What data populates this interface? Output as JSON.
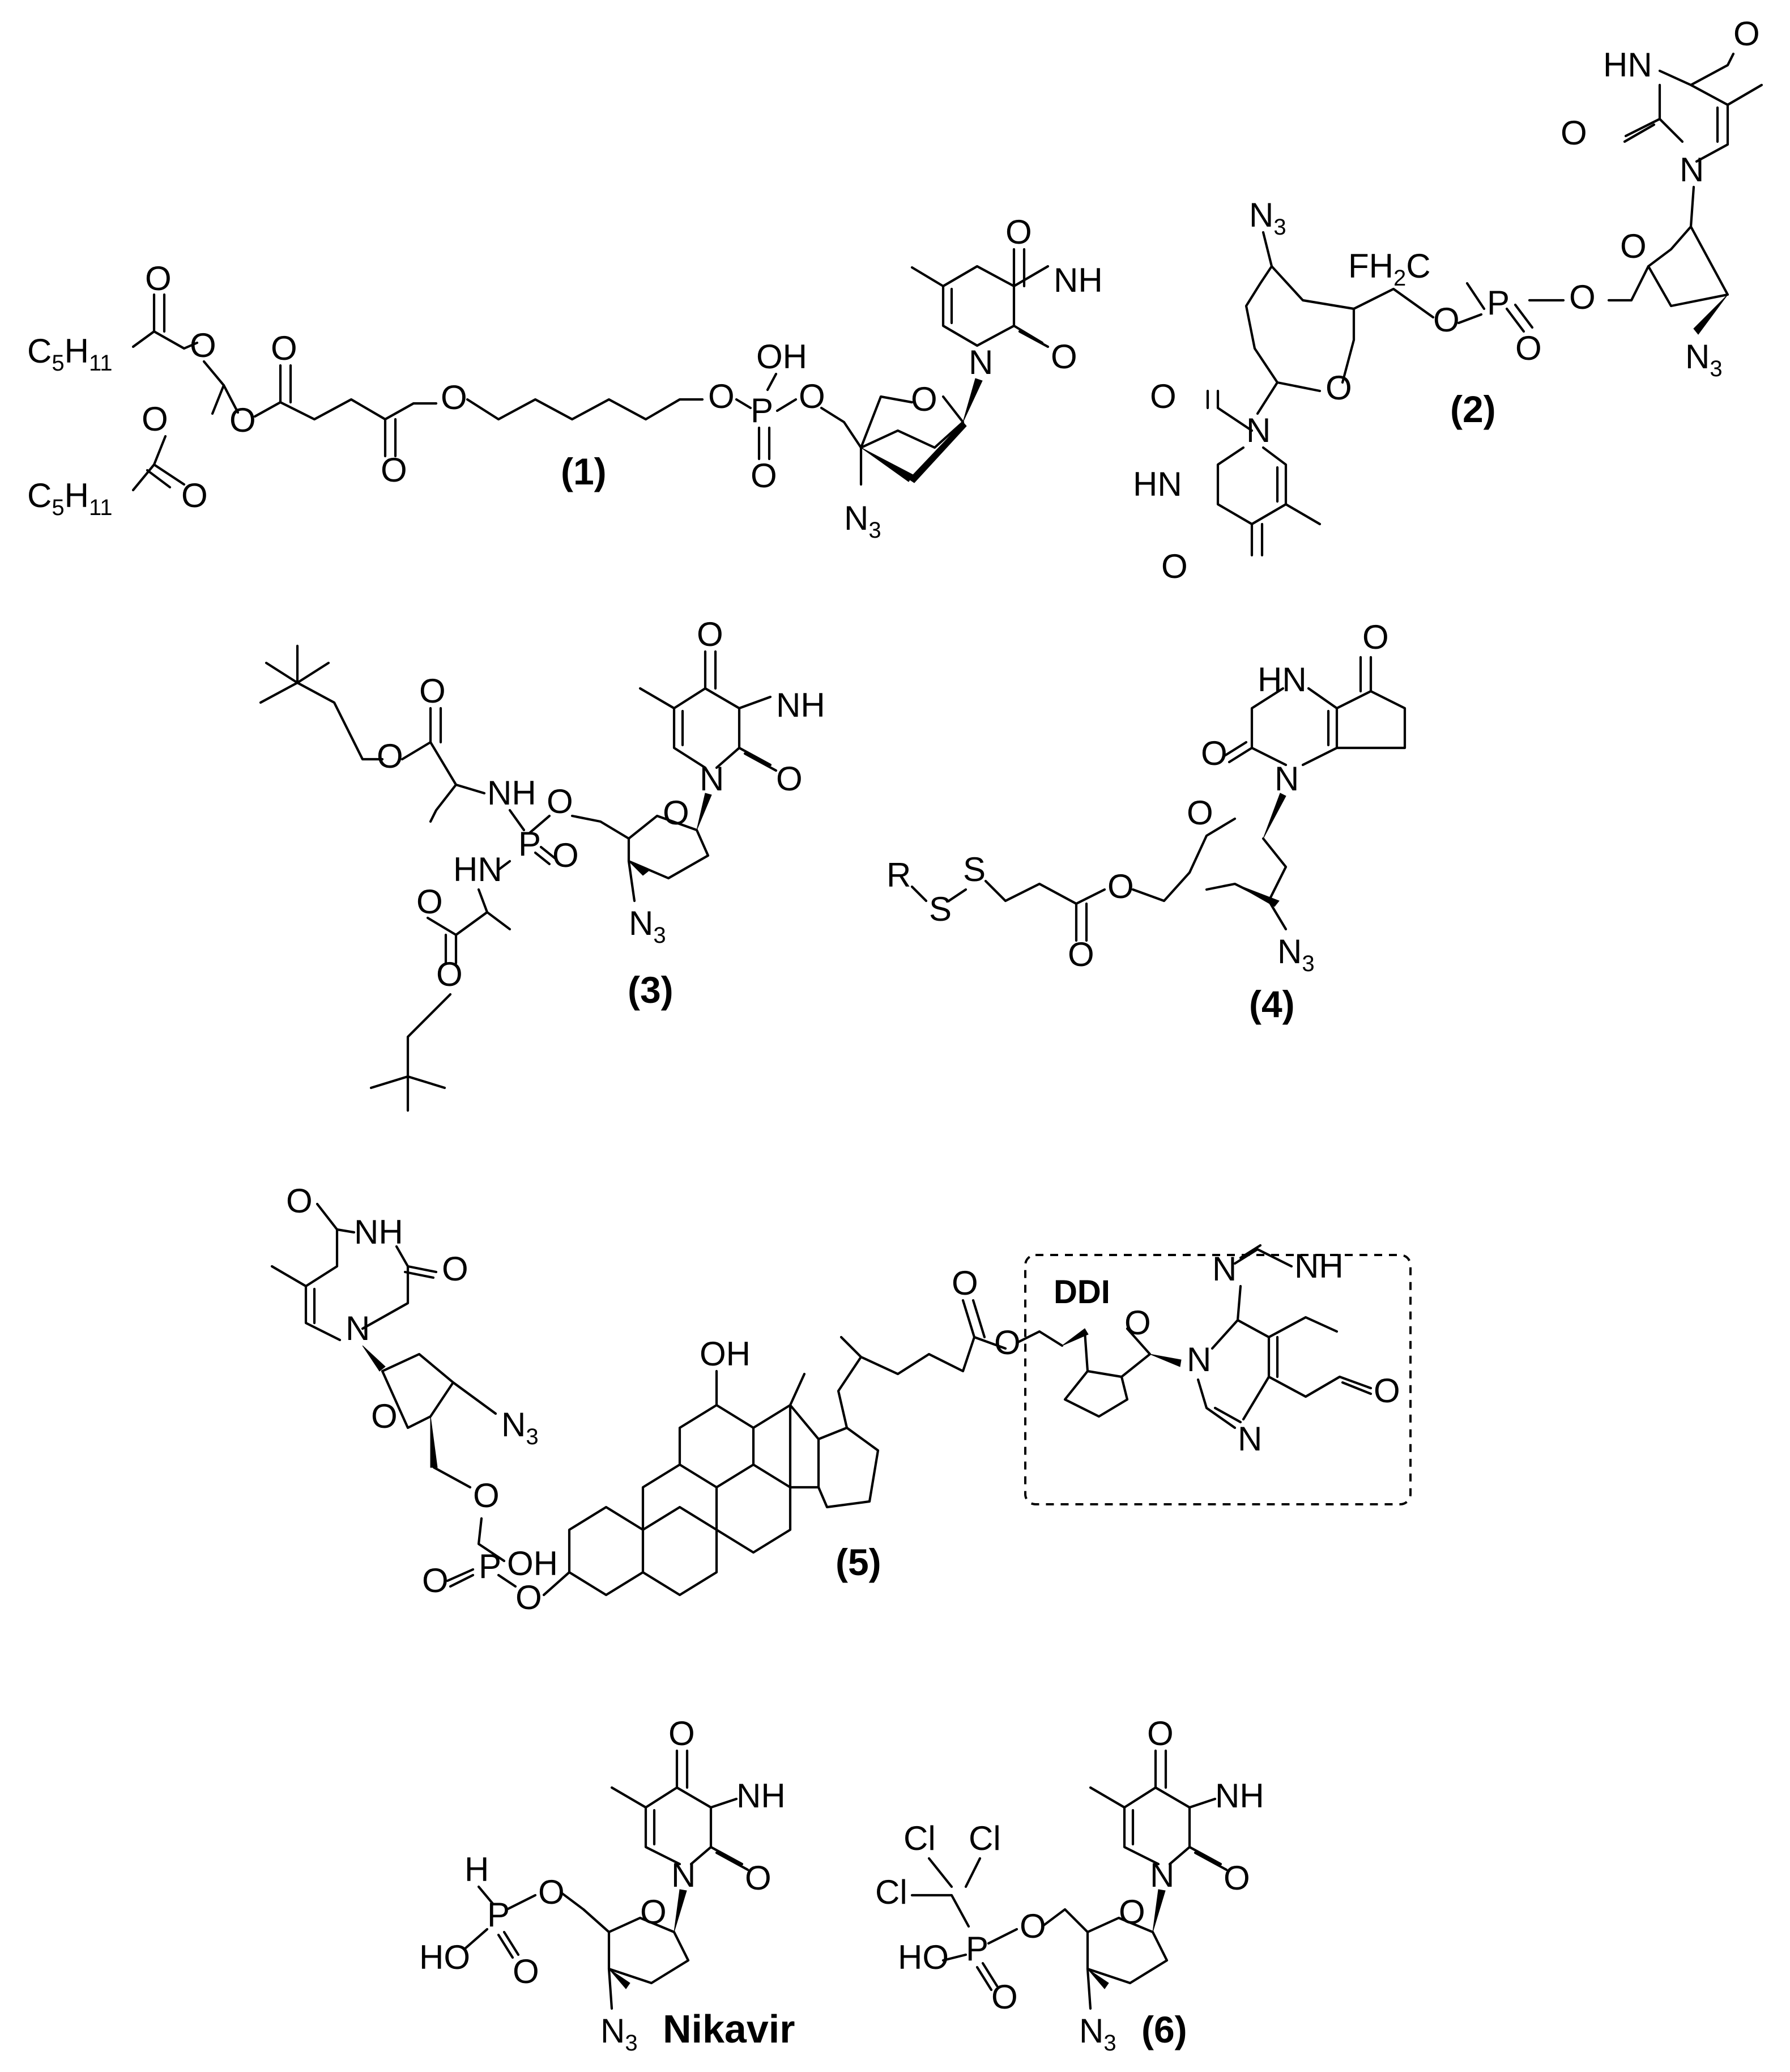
{
  "compound_labels": {
    "c1": "(1)",
    "c2": "(2)",
    "c3": "(3)",
    "c4": "(4)",
    "c5": "(5)",
    "nikavir": "Nikavir",
    "c6": "(6)"
  },
  "box_label": "DDI",
  "atoms": {
    "O": "O",
    "NH": "NH",
    "HN": "HN",
    "N": "N",
    "N3_main": "N",
    "N3_sub": "3",
    "C5H11_C": "C",
    "C5H11_5": "5",
    "C5H11_H": "H",
    "C5H11_11": "11",
    "OH": "OH",
    "HO": "HO",
    "H": "H",
    "P": "P",
    "S": "S",
    "R": "R",
    "Cl": "Cl",
    "FH2C": "FH",
    "FH2C_2": "2",
    "FH2C_C": "C"
  }
}
